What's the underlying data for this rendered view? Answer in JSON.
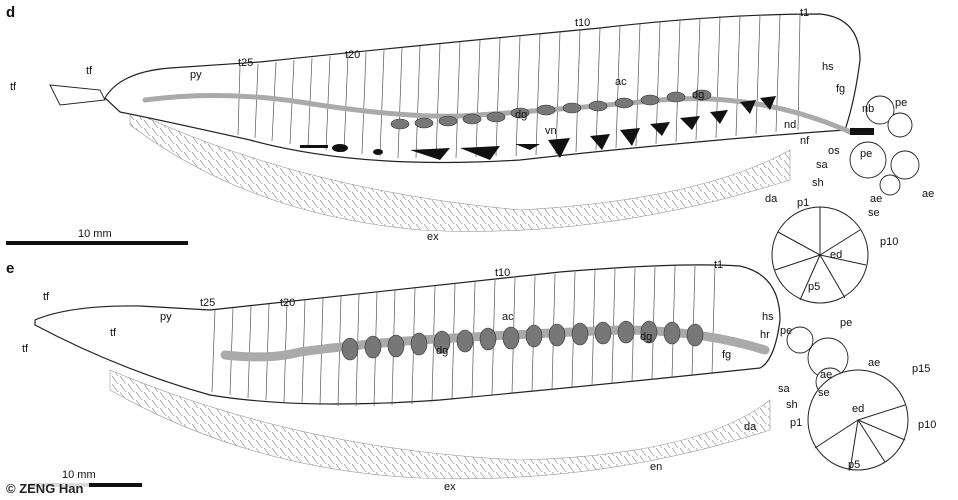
{
  "panels": [
    {
      "letter": "d",
      "scale_label": "10 mm",
      "labels": [
        "tf",
        "tf",
        "py",
        "t25",
        "t20",
        "t10",
        "t1",
        "hs",
        "fg",
        "nb",
        "pe",
        "ac",
        "dg",
        "dg",
        "vn",
        "nd",
        "nf",
        "os",
        "pe",
        "sa",
        "sh",
        "ae",
        "se",
        "ae",
        "da",
        "p1",
        "ed",
        "p10",
        "p5",
        "ex"
      ]
    },
    {
      "letter": "e",
      "scale_label": "10 mm",
      "labels": [
        "tf",
        "tf",
        "tf",
        "py",
        "t25",
        "t20",
        "t10",
        "t1",
        "hs",
        "hr",
        "pe",
        "pe",
        "ac",
        "dg",
        "dg",
        "fg",
        "ae",
        "ae",
        "p15",
        "sa",
        "se",
        "sh",
        "ed",
        "p1",
        "p10",
        "p5",
        "da",
        "en",
        "ex"
      ]
    }
  ],
  "credit": "© ZENG Han"
}
